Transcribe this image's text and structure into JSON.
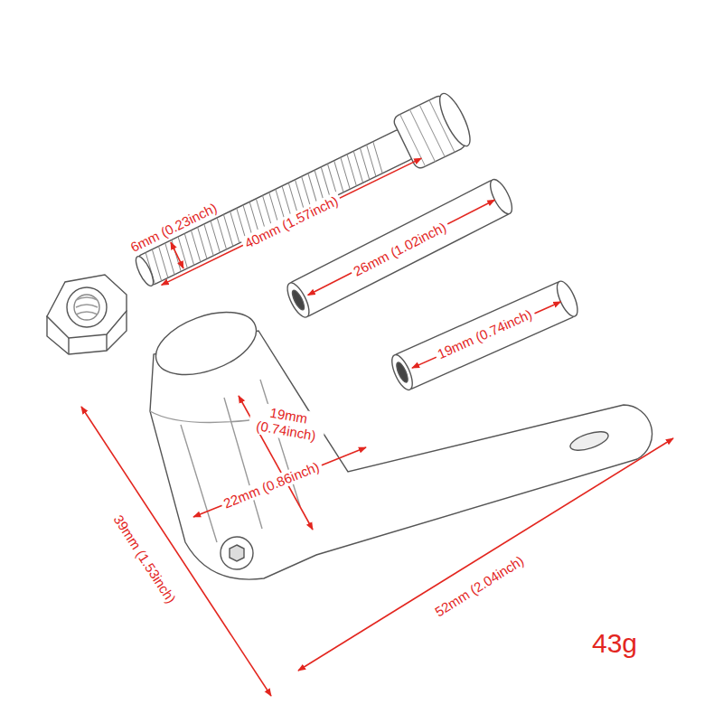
{
  "diagram": {
    "labels": [
      "6mm (0.23inch)",
      "40mm (1.57inch)",
      "26mm (1.02inch)",
      "19mm (0.74inch)",
      "19mm (0.74inch)",
      "22mm (0.86inch)",
      "39mm (1.53inch)",
      "52mm (2.04inch)",
      "43g"
    ]
  }
}
